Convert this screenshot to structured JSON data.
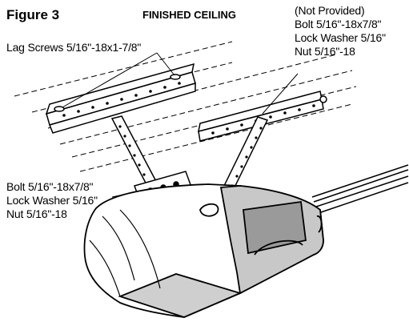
{
  "figure": {
    "title": "Figure 3",
    "ceiling_label": "FINISHED CEILING"
  },
  "labels": {
    "lag_screws": "Lag Screws 5/16\"-18x1-7/8\"",
    "not_provided": {
      "heading": "(Not Provided)",
      "bolt": "Bolt 5/16\"-18x7/8\"",
      "washer": "Lock Washer 5/16\"",
      "nut": "Nut 5/16\"-18"
    },
    "hardware": {
      "bolt": "Bolt 5/16\"-18x7/8\"",
      "washer": "Lock Washer 5/16\"",
      "nut": "Nut 5/16\"-18"
    }
  }
}
